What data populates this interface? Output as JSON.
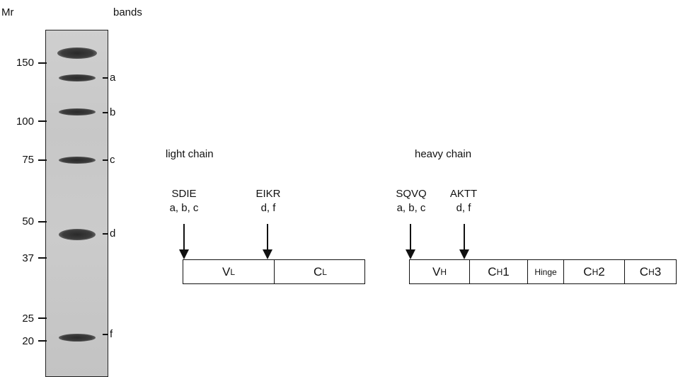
{
  "mr_header": "Mr",
  "bands_header": "bands",
  "mr_markers": [
    "150",
    "100",
    "75",
    "50",
    "37",
    "25",
    "20"
  ],
  "band_labels": [
    "a",
    "b",
    "c",
    "d",
    "f"
  ],
  "light_chain": {
    "title": "light chain",
    "sites": [
      {
        "sequence": "SDIE",
        "bands": "a, b, c"
      },
      {
        "sequence": "EIKR",
        "bands": "d, f"
      }
    ],
    "domains": [
      {
        "main": "V",
        "sub": "L",
        "suffix": ""
      },
      {
        "main": "C",
        "sub": "L",
        "suffix": ""
      }
    ]
  },
  "heavy_chain": {
    "title": "heavy chain",
    "sites": [
      {
        "sequence": "SQVQ",
        "bands": "a, b, c"
      },
      {
        "sequence": "AKTT",
        "bands": "d, f"
      }
    ],
    "domains": [
      {
        "main": "V",
        "sub": "H",
        "suffix": ""
      },
      {
        "main": "C",
        "sub": "H",
        "suffix": "1"
      },
      {
        "main": "Hinge",
        "sub": "",
        "suffix": ""
      },
      {
        "main": "C",
        "sub": "H",
        "suffix": "2"
      },
      {
        "main": "C",
        "sub": "H",
        "suffix": "3"
      }
    ]
  }
}
